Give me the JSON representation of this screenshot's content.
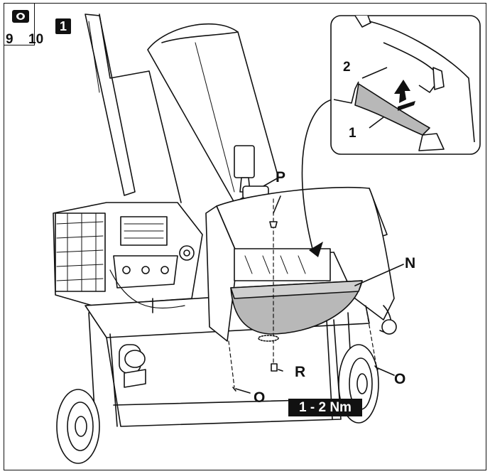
{
  "header": {
    "icon": "camera-icon",
    "page_ref_a": "9",
    "page_ref_b": "10",
    "step": "1"
  },
  "callouts": {
    "P": "P",
    "N": "N",
    "R": "R",
    "O_left": "O",
    "O_right": "O",
    "inset_1": "1",
    "inset_2": "2"
  },
  "torque": "1 - 2 Nm",
  "colors": {
    "line": "#111111",
    "shield_fill": "#b8b8b8",
    "background": "#ffffff"
  }
}
